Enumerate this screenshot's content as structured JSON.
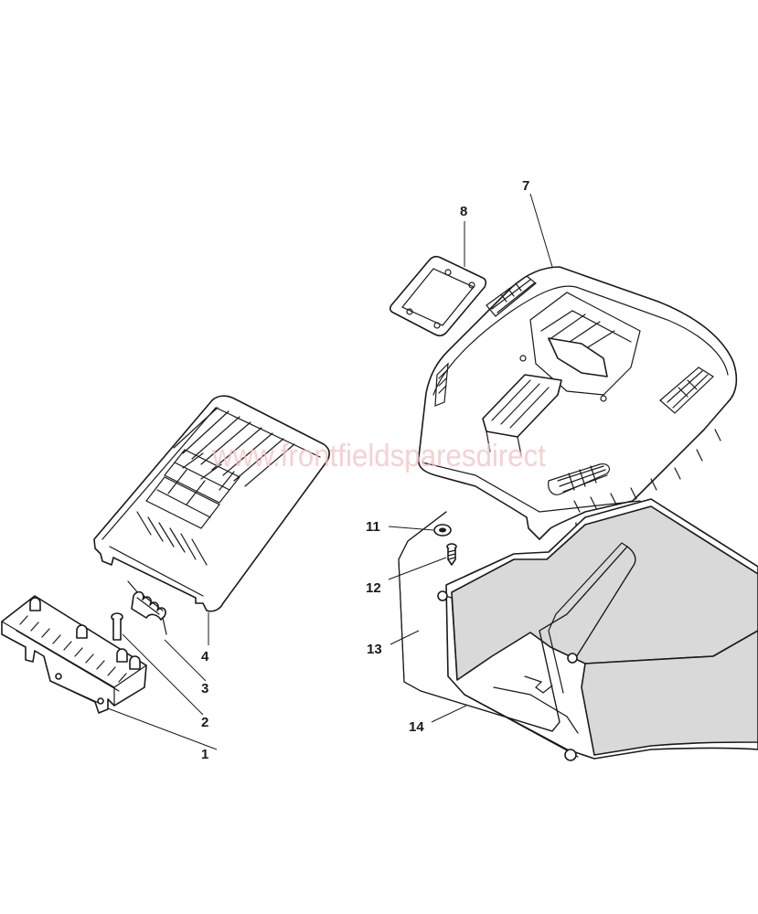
{
  "watermark": "www.frontfieldsparesdirect",
  "colors": {
    "line": "#1a1a1a",
    "bag_fabric": "#d9d9d9",
    "watermark": "#f2c2c2"
  },
  "callouts": [
    {
      "id": "1",
      "label": "1"
    },
    {
      "id": "2",
      "label": "2"
    },
    {
      "id": "3",
      "label": "3"
    },
    {
      "id": "4",
      "label": "4"
    },
    {
      "id": "7",
      "label": "7"
    },
    {
      "id": "8",
      "label": "8"
    },
    {
      "id": "11",
      "label": "11"
    },
    {
      "id": "12",
      "label": "12"
    },
    {
      "id": "13",
      "label": "13"
    },
    {
      "id": "14",
      "label": "14"
    }
  ]
}
